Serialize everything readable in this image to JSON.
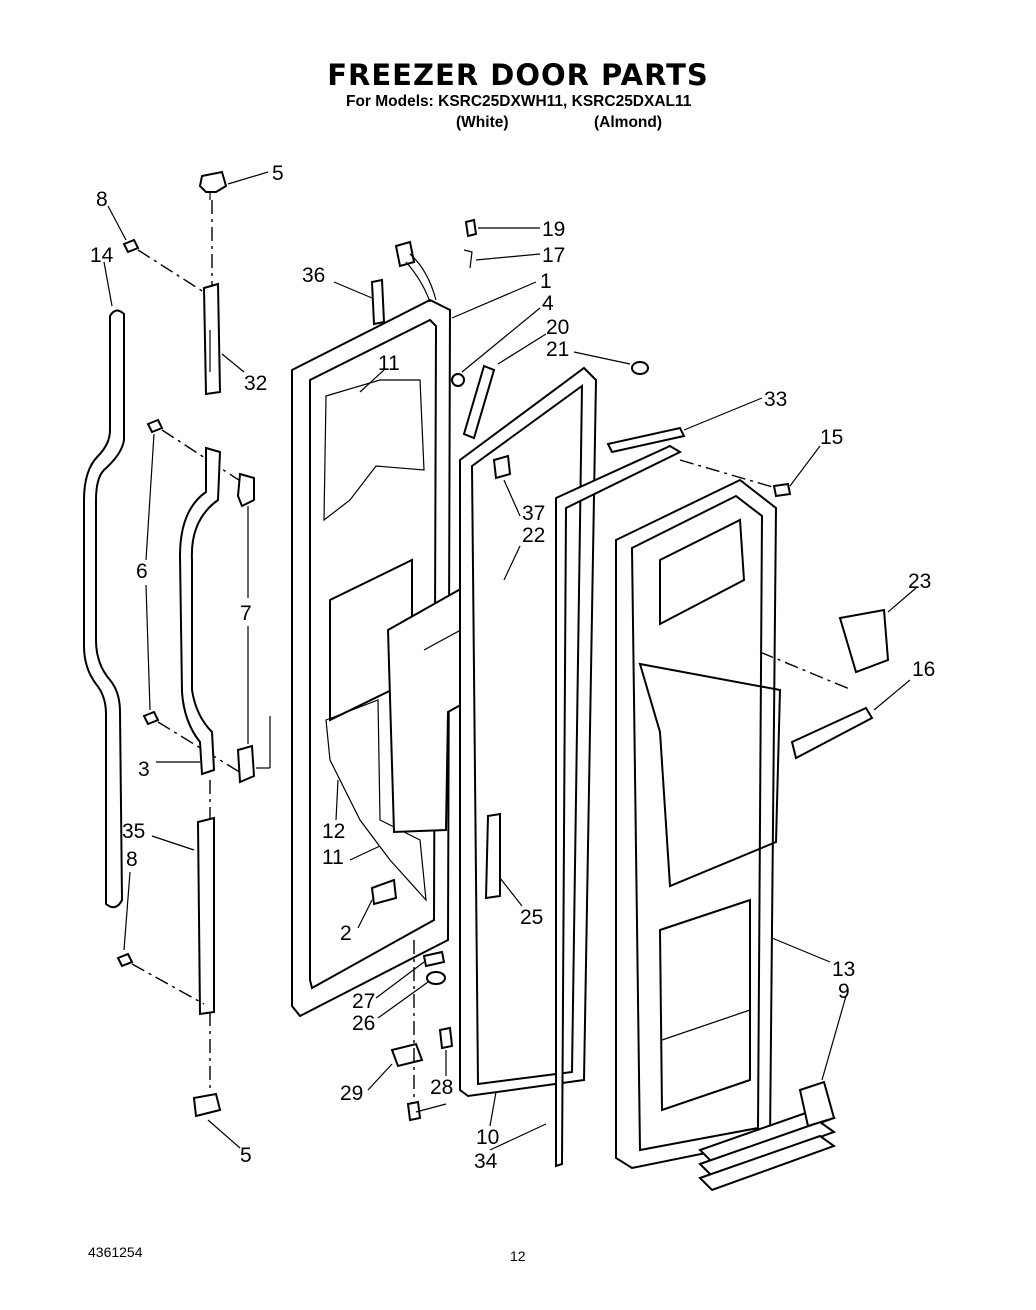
{
  "title": "FREEZER DOOR PARTS",
  "subtitle": "For Models: KSRC25DXWH11, KSRC25DXAL11",
  "variants": [
    "(White)",
    "(Almond)"
  ],
  "footer": {
    "doc_number": "4361254",
    "page_number": "12"
  },
  "callouts": [
    "5",
    "8",
    "14",
    "32",
    "6",
    "7",
    "3",
    "35",
    "8",
    "5",
    "36",
    "11",
    "12",
    "11",
    "2",
    "27",
    "26",
    "29",
    "28",
    "19",
    "17",
    "1",
    "4",
    "20",
    "21",
    "37",
    "22",
    "25",
    "10",
    "34",
    "33",
    "15",
    "23",
    "16",
    "13",
    "9"
  ]
}
